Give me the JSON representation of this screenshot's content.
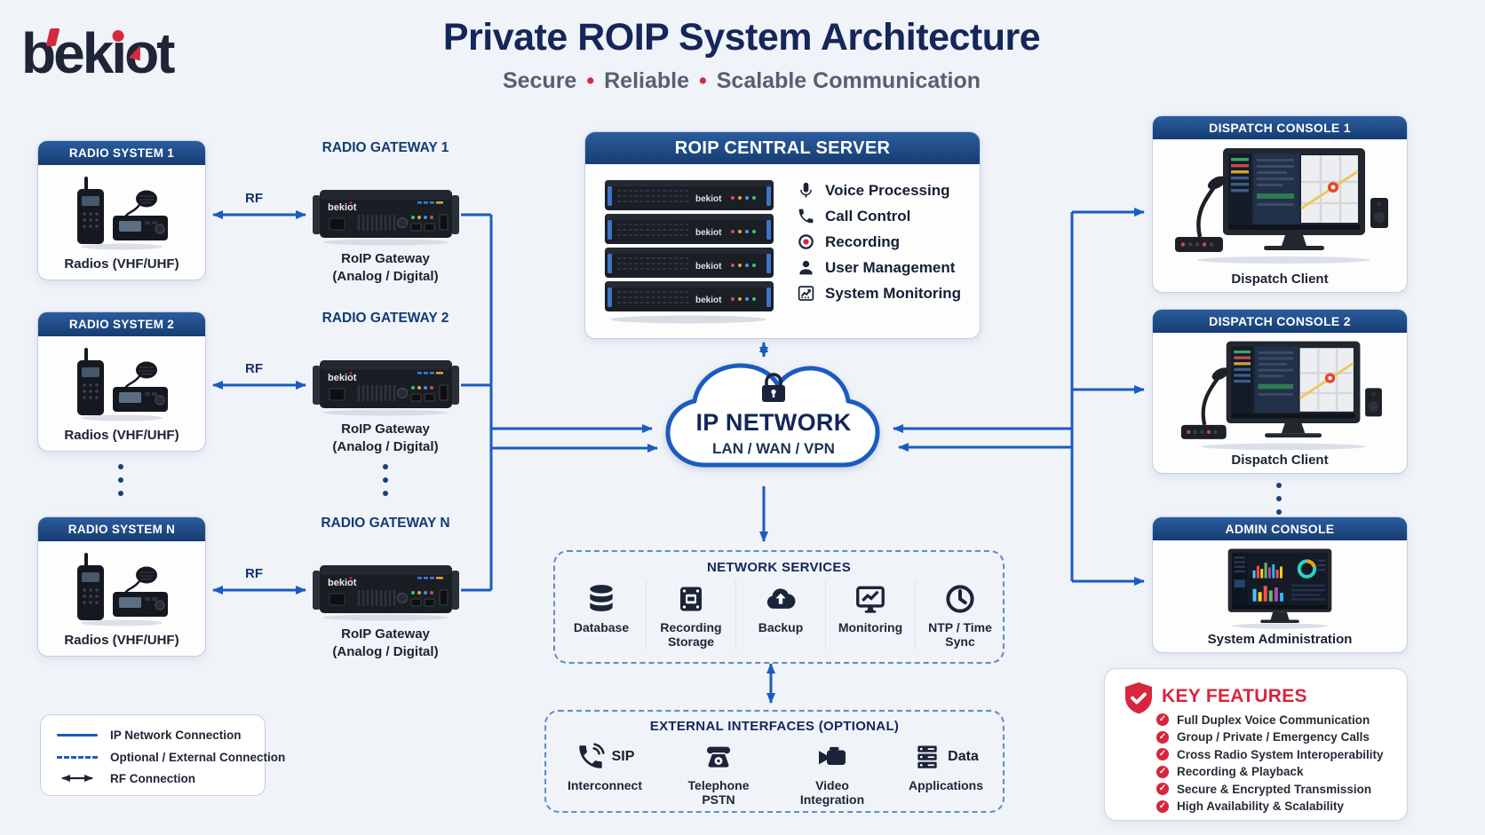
{
  "brand": {
    "name": "bekiot",
    "part1": "bek",
    "part2": "ı",
    "part3": "ot",
    "accent_color": "#d5293d",
    "ink_color": "#1e2536"
  },
  "header": {
    "title": "Private ROIP System Architecture",
    "subtitle_parts": [
      "Secure",
      "Reliable",
      "Scalable Communication"
    ]
  },
  "rf_label": "RF",
  "radio_systems": [
    {
      "title": "RADIO SYSTEM 1",
      "caption": "Radios (VHF/UHF)",
      "image": "handheld-and-mobile-radio"
    },
    {
      "title": "RADIO SYSTEM 2",
      "caption": "Radios (VHF/UHF)",
      "image": "handheld-and-mobile-radio"
    },
    {
      "title": "RADIO SYSTEM N",
      "caption": "Radios (VHF/UHF)",
      "image": "handheld-and-mobile-radio"
    }
  ],
  "gateways": [
    {
      "title": "RADIO GATEWAY 1",
      "caption_line1": "RoIP Gateway",
      "caption_line2": "(Analog / Digital)",
      "image": "roip-gateway-device"
    },
    {
      "title": "RADIO GATEWAY 2",
      "caption_line1": "RoIP Gateway",
      "caption_line2": "(Analog / Digital)",
      "image": "roip-gateway-device"
    },
    {
      "title": "RADIO GATEWAY N",
      "caption_line1": "RoIP Gateway",
      "caption_line2": "(Analog / Digital)",
      "image": "roip-gateway-device"
    }
  ],
  "central_server": {
    "title": "ROIP CENTRAL SERVER",
    "image": "server-rack-stack",
    "features": [
      {
        "icon": "microphone-icon",
        "label": "Voice Processing"
      },
      {
        "icon": "phone-icon",
        "label": "Call Control"
      },
      {
        "icon": "record-icon",
        "label": "Recording"
      },
      {
        "icon": "user-icon",
        "label": "User Management"
      },
      {
        "icon": "line-chart-icon",
        "label": "System Monitoring"
      }
    ]
  },
  "ip_network": {
    "icon": "lock-icon",
    "title": "IP NETWORK",
    "subtitle": "LAN / WAN / VPN"
  },
  "network_services": {
    "title": "NETWORK SERVICES",
    "items": [
      {
        "icon": "database-icon",
        "label": "Database"
      },
      {
        "icon": "recording-storage-icon",
        "label": "Recording Storage"
      },
      {
        "icon": "cloud-backup-icon",
        "label": "Backup"
      },
      {
        "icon": "monitoring-screen-icon",
        "label": "Monitoring"
      },
      {
        "icon": "clock-icon",
        "label": "NTP / Time Sync"
      }
    ]
  },
  "external_interfaces": {
    "title": "EXTERNAL INTERFACES (OPTIONAL)",
    "items": [
      {
        "icon": "sip-call-icon",
        "side_label": "SIP",
        "label": "Interconnect"
      },
      {
        "icon": "telephone-icon",
        "label": "Telephone PSTN"
      },
      {
        "icon": "video-camera-icon",
        "label": "Video Integration"
      },
      {
        "icon": "data-server-icon",
        "side_label": "Data",
        "label": "Applications"
      }
    ]
  },
  "consoles": [
    {
      "title": "DISPATCH CONSOLE 1",
      "caption": "Dispatch Client",
      "image": "dispatch-workstation"
    },
    {
      "title": "DISPATCH CONSOLE 2",
      "caption": "Dispatch Client",
      "image": "dispatch-workstation"
    },
    {
      "title": "ADMIN CONSOLE",
      "caption": "System Administration",
      "image": "admin-dashboard-monitor"
    }
  ],
  "key_features": {
    "title": "KEY FEATURES",
    "icon": "shield-check-icon",
    "items": [
      "Full Duplex Voice Communication",
      "Group / Private / Emergency Calls",
      "Cross Radio System Interoperability",
      "Recording & Playback",
      "Secure & Encrypted Transmission",
      "High Availability & Scalability"
    ]
  },
  "legend": {
    "items": [
      {
        "style": "solid",
        "label": "IP Network Connection"
      },
      {
        "style": "dashed",
        "label": "Optional / External Connection"
      },
      {
        "style": "rf-arrow",
        "label": "RF Connection"
      }
    ]
  },
  "colors": {
    "navy_header": "#173d72",
    "title_navy": "#15265a",
    "line_blue": "#1a5cc0",
    "accent_red": "#d5293d",
    "ink": "#141f33",
    "background": "#f0f3f8"
  }
}
